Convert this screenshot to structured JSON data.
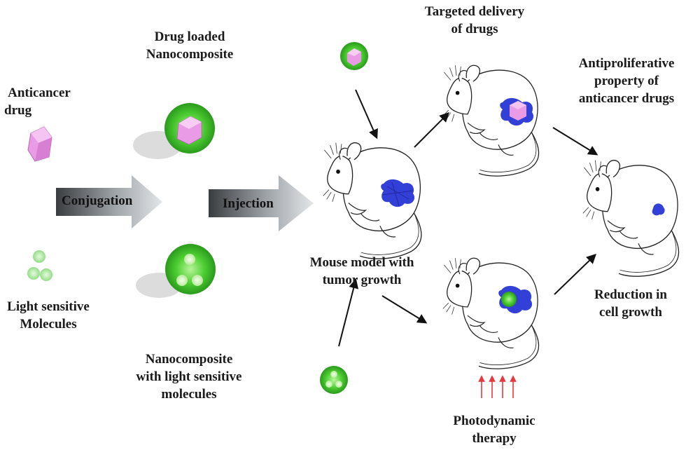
{
  "labels": {
    "anticancer_drug": [
      "Anticancer",
      "drug"
    ],
    "light_sensitive": [
      "Light sensitive",
      "Molecules"
    ],
    "drug_loaded": [
      "Drug loaded",
      "Nanocomposite"
    ],
    "nano_light": [
      "Nanocomposite",
      "with light sensitive",
      "molecules"
    ],
    "conjugation": "Conjugation",
    "injection": "Injection",
    "mouse_model": [
      "Mouse model with",
      "tumor growth"
    ],
    "targeted": [
      "Targeted delivery",
      "of drugs"
    ],
    "antiproliferative": [
      "Antiproliferative",
      "property of",
      "anticancer drugs"
    ],
    "reduction": [
      "Reduction in",
      "cell growth"
    ],
    "photodynamic": [
      "Photodynamic",
      "therapy"
    ]
  },
  "colors": {
    "drug": "#e99be6",
    "nanoparticle": "#3dbd2a",
    "tumor": "#3340d8",
    "light_arrows": "#e8383f",
    "arrow_gray": "#a8adb2",
    "text": "#1a1a1a"
  }
}
